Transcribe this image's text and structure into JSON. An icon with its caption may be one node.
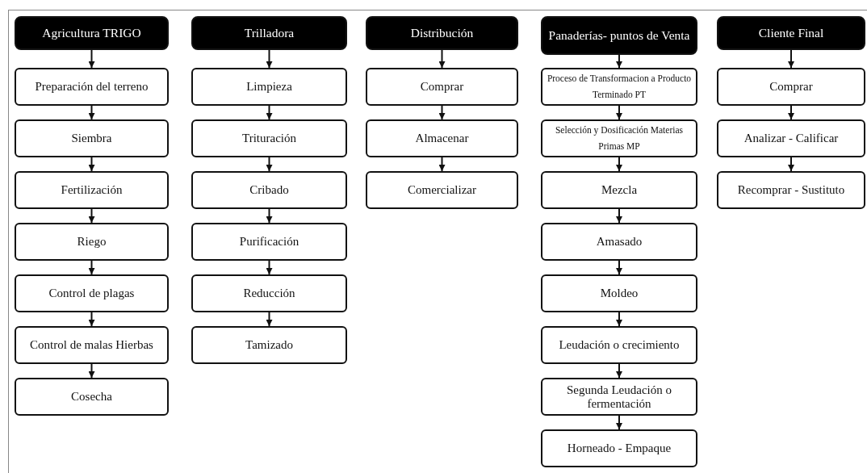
{
  "diagram": {
    "nodes": [
      {
        "text": [
          "Agricultura TRIGO"
        ]
      },
      {
        "text": [
          "Preparación del terreno"
        ]
      },
      {
        "text": [
          "Siembra"
        ]
      },
      {
        "text": [
          "Fertilización"
        ]
      },
      {
        "text": [
          "Riego"
        ]
      },
      {
        "text": [
          "Control de plagas"
        ]
      },
      {
        "text": [
          "Control de malas Hierbas"
        ]
      },
      {
        "text": [
          "Cosecha"
        ]
      },
      {
        "text": [
          "Trilladora"
        ]
      },
      {
        "text": [
          "Limpieza"
        ]
      },
      {
        "text": [
          "Trituración"
        ]
      },
      {
        "text": [
          "Cribado"
        ]
      },
      {
        "text": [
          "Purificación"
        ]
      },
      {
        "text": [
          "Reducción"
        ]
      },
      {
        "text": [
          "Tamizado"
        ]
      },
      {
        "text": [
          "Distribución"
        ]
      },
      {
        "text": [
          "Comprar"
        ]
      },
      {
        "text": [
          "Almacenar"
        ]
      },
      {
        "text": [
          "Comercializar"
        ]
      },
      {
        "text": [
          "Panaderías- puntos de Venta"
        ]
      },
      {
        "text": [
          "Proceso de Transformacion a Producto Terminado PT"
        ]
      },
      {
        "text": [
          "Selección y Dosificación Materias Primas MP"
        ]
      },
      {
        "text": [
          "Mezcla"
        ]
      },
      {
        "text": [
          "Amasado"
        ]
      },
      {
        "text": [
          "Moldeo"
        ]
      },
      {
        "text": [
          "Leudación o crecimiento"
        ]
      },
      {
        "text": [
          "Segunda Leudación o fermentación"
        ]
      },
      {
        "text": [
          "Horneado - Empaque"
        ]
      },
      {
        "text": [
          "Cliente Final"
        ]
      },
      {
        "text": [
          "Comprar"
        ]
      },
      {
        "text": [
          "Analizar - Calificar"
        ]
      },
      {
        "text": [
          "Recomprar - Sustituto"
        ]
      }
    ],
    "edges": [
      {
        "from": 0,
        "to": 1,
        "arrow": "to"
      },
      {
        "from": 1,
        "to": 2,
        "arrow": "to"
      },
      {
        "from": 2,
        "to": 3,
        "arrow": "to"
      },
      {
        "from": 3,
        "to": 4,
        "arrow": "to"
      },
      {
        "from": 4,
        "to": 5,
        "arrow": "to"
      },
      {
        "from": 5,
        "to": 6,
        "arrow": "to"
      },
      {
        "from": 6,
        "to": 7,
        "arrow": "to"
      },
      {
        "from": 8,
        "to": 9,
        "arrow": "to"
      },
      {
        "from": 9,
        "to": 10,
        "arrow": "to"
      },
      {
        "from": 10,
        "to": 11,
        "arrow": "to"
      },
      {
        "from": 11,
        "to": 12,
        "arrow": "to"
      },
      {
        "from": 12,
        "to": 13,
        "arrow": "to"
      },
      {
        "from": 13,
        "to": 14,
        "arrow": "to"
      },
      {
        "from": 15,
        "to": 16,
        "arrow": "to"
      },
      {
        "from": 16,
        "to": 17,
        "arrow": "to"
      },
      {
        "from": 17,
        "to": 18,
        "arrow": "to"
      },
      {
        "from": 19,
        "to": 20,
        "arrow": "to"
      },
      {
        "from": 20,
        "to": 21,
        "arrow": "to"
      },
      {
        "from": 21,
        "to": 22,
        "arrow": "to"
      },
      {
        "from": 22,
        "to": 23,
        "arrow": "to"
      },
      {
        "from": 23,
        "to": 24,
        "arrow": "to"
      },
      {
        "from": 24,
        "to": 25,
        "arrow": "to"
      },
      {
        "from": 25,
        "to": 26,
        "arrow": "to"
      },
      {
        "from": 26,
        "to": 27,
        "arrow": "to"
      },
      {
        "from": 28,
        "to": 29,
        "arrow": "to"
      },
      {
        "from": 29,
        "to": 30,
        "arrow": "to"
      },
      {
        "from": 30,
        "to": 31,
        "arrow": "to"
      }
    ]
  }
}
